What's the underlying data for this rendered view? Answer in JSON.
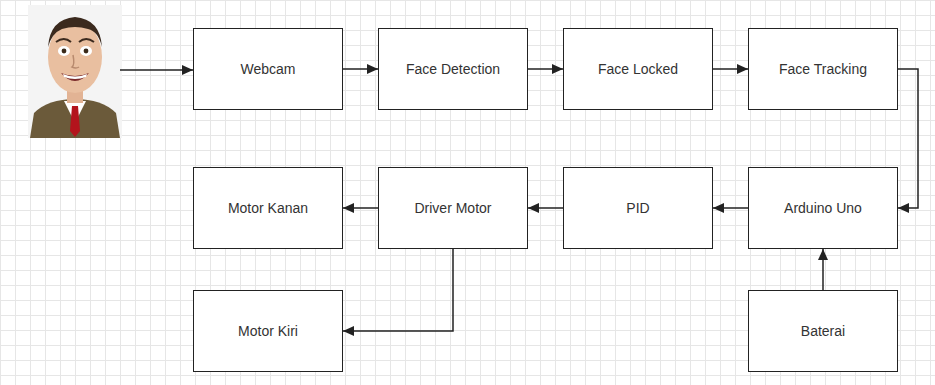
{
  "diagram": {
    "nodes": [
      {
        "text": [
          "Webcam"
        ]
      },
      {
        "text": [
          "Face Detection"
        ]
      },
      {
        "text": [
          "Face Locked"
        ]
      },
      {
        "text": [
          "Face Tracking"
        ]
      },
      {
        "text": [
          "Motor Kanan"
        ]
      },
      {
        "text": [
          "Driver Motor"
        ]
      },
      {
        "text": [
          "PID"
        ]
      },
      {
        "text": [
          "Arduino Uno"
        ]
      },
      {
        "text": [
          "Motor Kiri"
        ]
      },
      {
        "text": [
          "Baterai"
        ]
      }
    ],
    "edges": [
      {
        "from": 0,
        "to": 1,
        "arrow": "to"
      },
      {
        "from": 1,
        "to": 2,
        "arrow": "to"
      },
      {
        "from": 2,
        "to": 3,
        "arrow": "to"
      },
      {
        "from": 3,
        "to": 7,
        "arrow": "to"
      },
      {
        "from": 7,
        "to": 6,
        "arrow": "to"
      },
      {
        "from": 6,
        "to": 5,
        "arrow": "to"
      },
      {
        "from": 5,
        "to": 4,
        "arrow": "to"
      },
      {
        "from": 5,
        "to": 8,
        "arrow": "to"
      },
      {
        "from": 9,
        "to": 7,
        "arrow": "to"
      }
    ]
  }
}
